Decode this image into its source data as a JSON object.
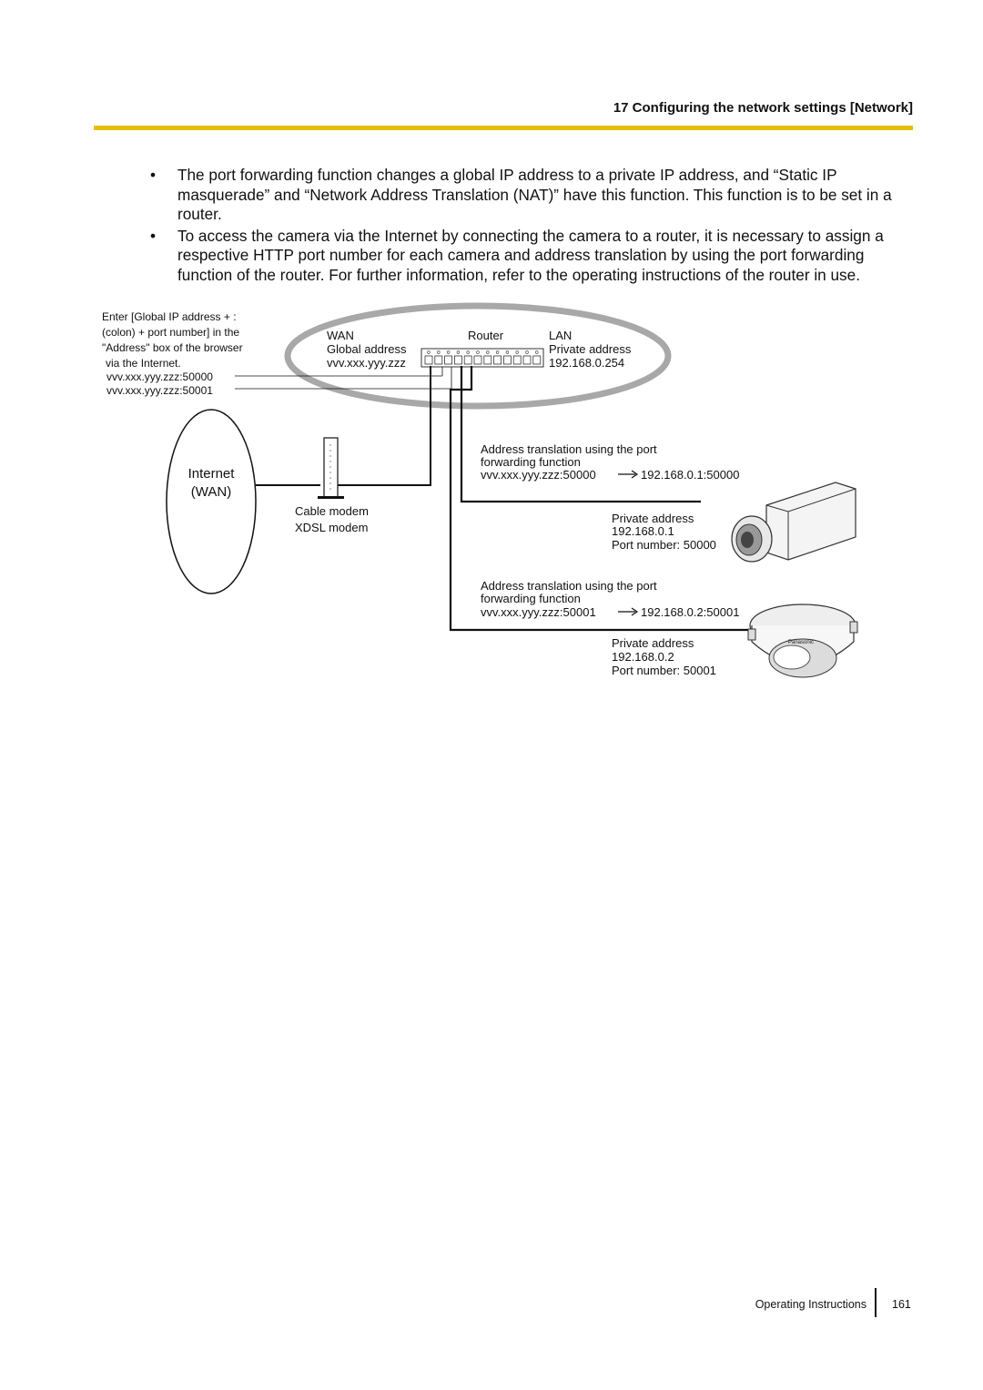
{
  "header": {
    "section_title": "17 Configuring the network settings [Network]"
  },
  "bullets": [
    {
      "marker": "•",
      "text": "The port forwarding function changes a global IP address to a private IP address, and “Static IP masquerade” and “Network Address Translation (NAT)” have this function. This function is to be set in a router."
    },
    {
      "marker": "•",
      "text": "To access the camera via the Internet by connecting the camera to a router, it is necessary to assign a respective HTTP port number for each camera and address translation by using the port forwarding function of the router. For further information, refer to the operating instructions of the router in use."
    }
  ],
  "diagram": {
    "browser_note": {
      "line1": "Enter [Global IP address + :",
      "line2": "(colon) + port number] in the",
      "line3": "\"Address\" box of the browser",
      "line4": "via the Internet.",
      "url1": "vvv.xxx.yyy.zzz:50000",
      "url2": "vvv.xxx.yyy.zzz:50001"
    },
    "router": {
      "wan_label": "WAN",
      "global_address_label": "Global address",
      "global_address": "vvv.xxx.yyy.zzz",
      "router_label": "Router",
      "lan_label": "LAN",
      "private_address_label": "Private address",
      "private_address": "192.168.0.254"
    },
    "internet": {
      "line1": "Internet",
      "line2": "(WAN)"
    },
    "modem": {
      "line1": "Cable modem",
      "line2": "XDSL modem"
    },
    "camera1": {
      "translation_line1": "Address translation using the port",
      "translation_line2": "forwarding function",
      "from": "vvv.xxx.yyy.zzz:50000",
      "arrow": "→",
      "to": "192.168.0.1:50000",
      "private_label": "Private address",
      "private_address": "192.168.0.1",
      "port": "Port number: 50000"
    },
    "camera2": {
      "translation_line1": "Address translation using the port",
      "translation_line2": "forwarding function",
      "from": "vvv.xxx.yyy.zzz:50001",
      "arrow": "→",
      "to": "192.168.0.2:50001",
      "private_label": "Private address",
      "private_address": "192.168.0.2",
      "port": "Port number: 50001",
      "brand": "Panasonic"
    }
  },
  "footer": {
    "label": "Operating Instructions",
    "page": "161"
  }
}
